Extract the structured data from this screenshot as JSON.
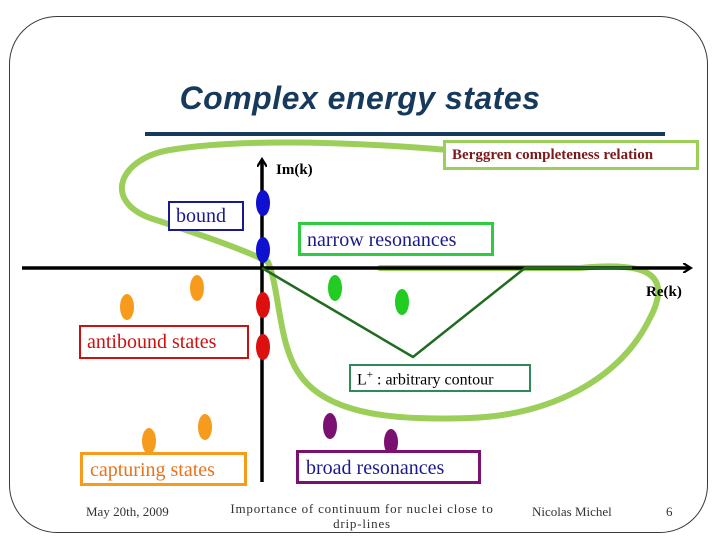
{
  "slide": {
    "title": "Complex energy states"
  },
  "diagram": {
    "axis_im_label": "Im(k)",
    "axis_re_label": "Re(k)",
    "labels": {
      "berggren": "Berggren completeness relation",
      "bound": "bound",
      "narrow": "narrow resonances",
      "antibound": "antibound states",
      "contour_prefix": "L",
      "contour_sup": "+",
      "contour_rest": " : arbitrary contour",
      "capturing": "capturing states",
      "broad": "broad resonances"
    },
    "colors": {
      "contour_curve": "#9ccf5a",
      "contour_line": "#1f6b1f",
      "bound": "#1010d0",
      "antibound": "#dd1010",
      "narrow": "#22cc22",
      "capturing": "#f79b1c",
      "broad": "#7a1070",
      "berggren_border": "#9ccf5a",
      "bound_border": "#1a1a8c",
      "narrow_border": "#2ecc40",
      "antibound_border": "#cc1111",
      "contour_border": "#2e8b57",
      "capturing_border": "#f79b1c",
      "broad_border": "#7a1070"
    }
  },
  "footer": {
    "date": "May 20th, 2009",
    "center_line1": "Importance of continuum for nuclei close to",
    "center_line2": "drip-lines",
    "author": "Nicolas Michel",
    "page": "6"
  }
}
